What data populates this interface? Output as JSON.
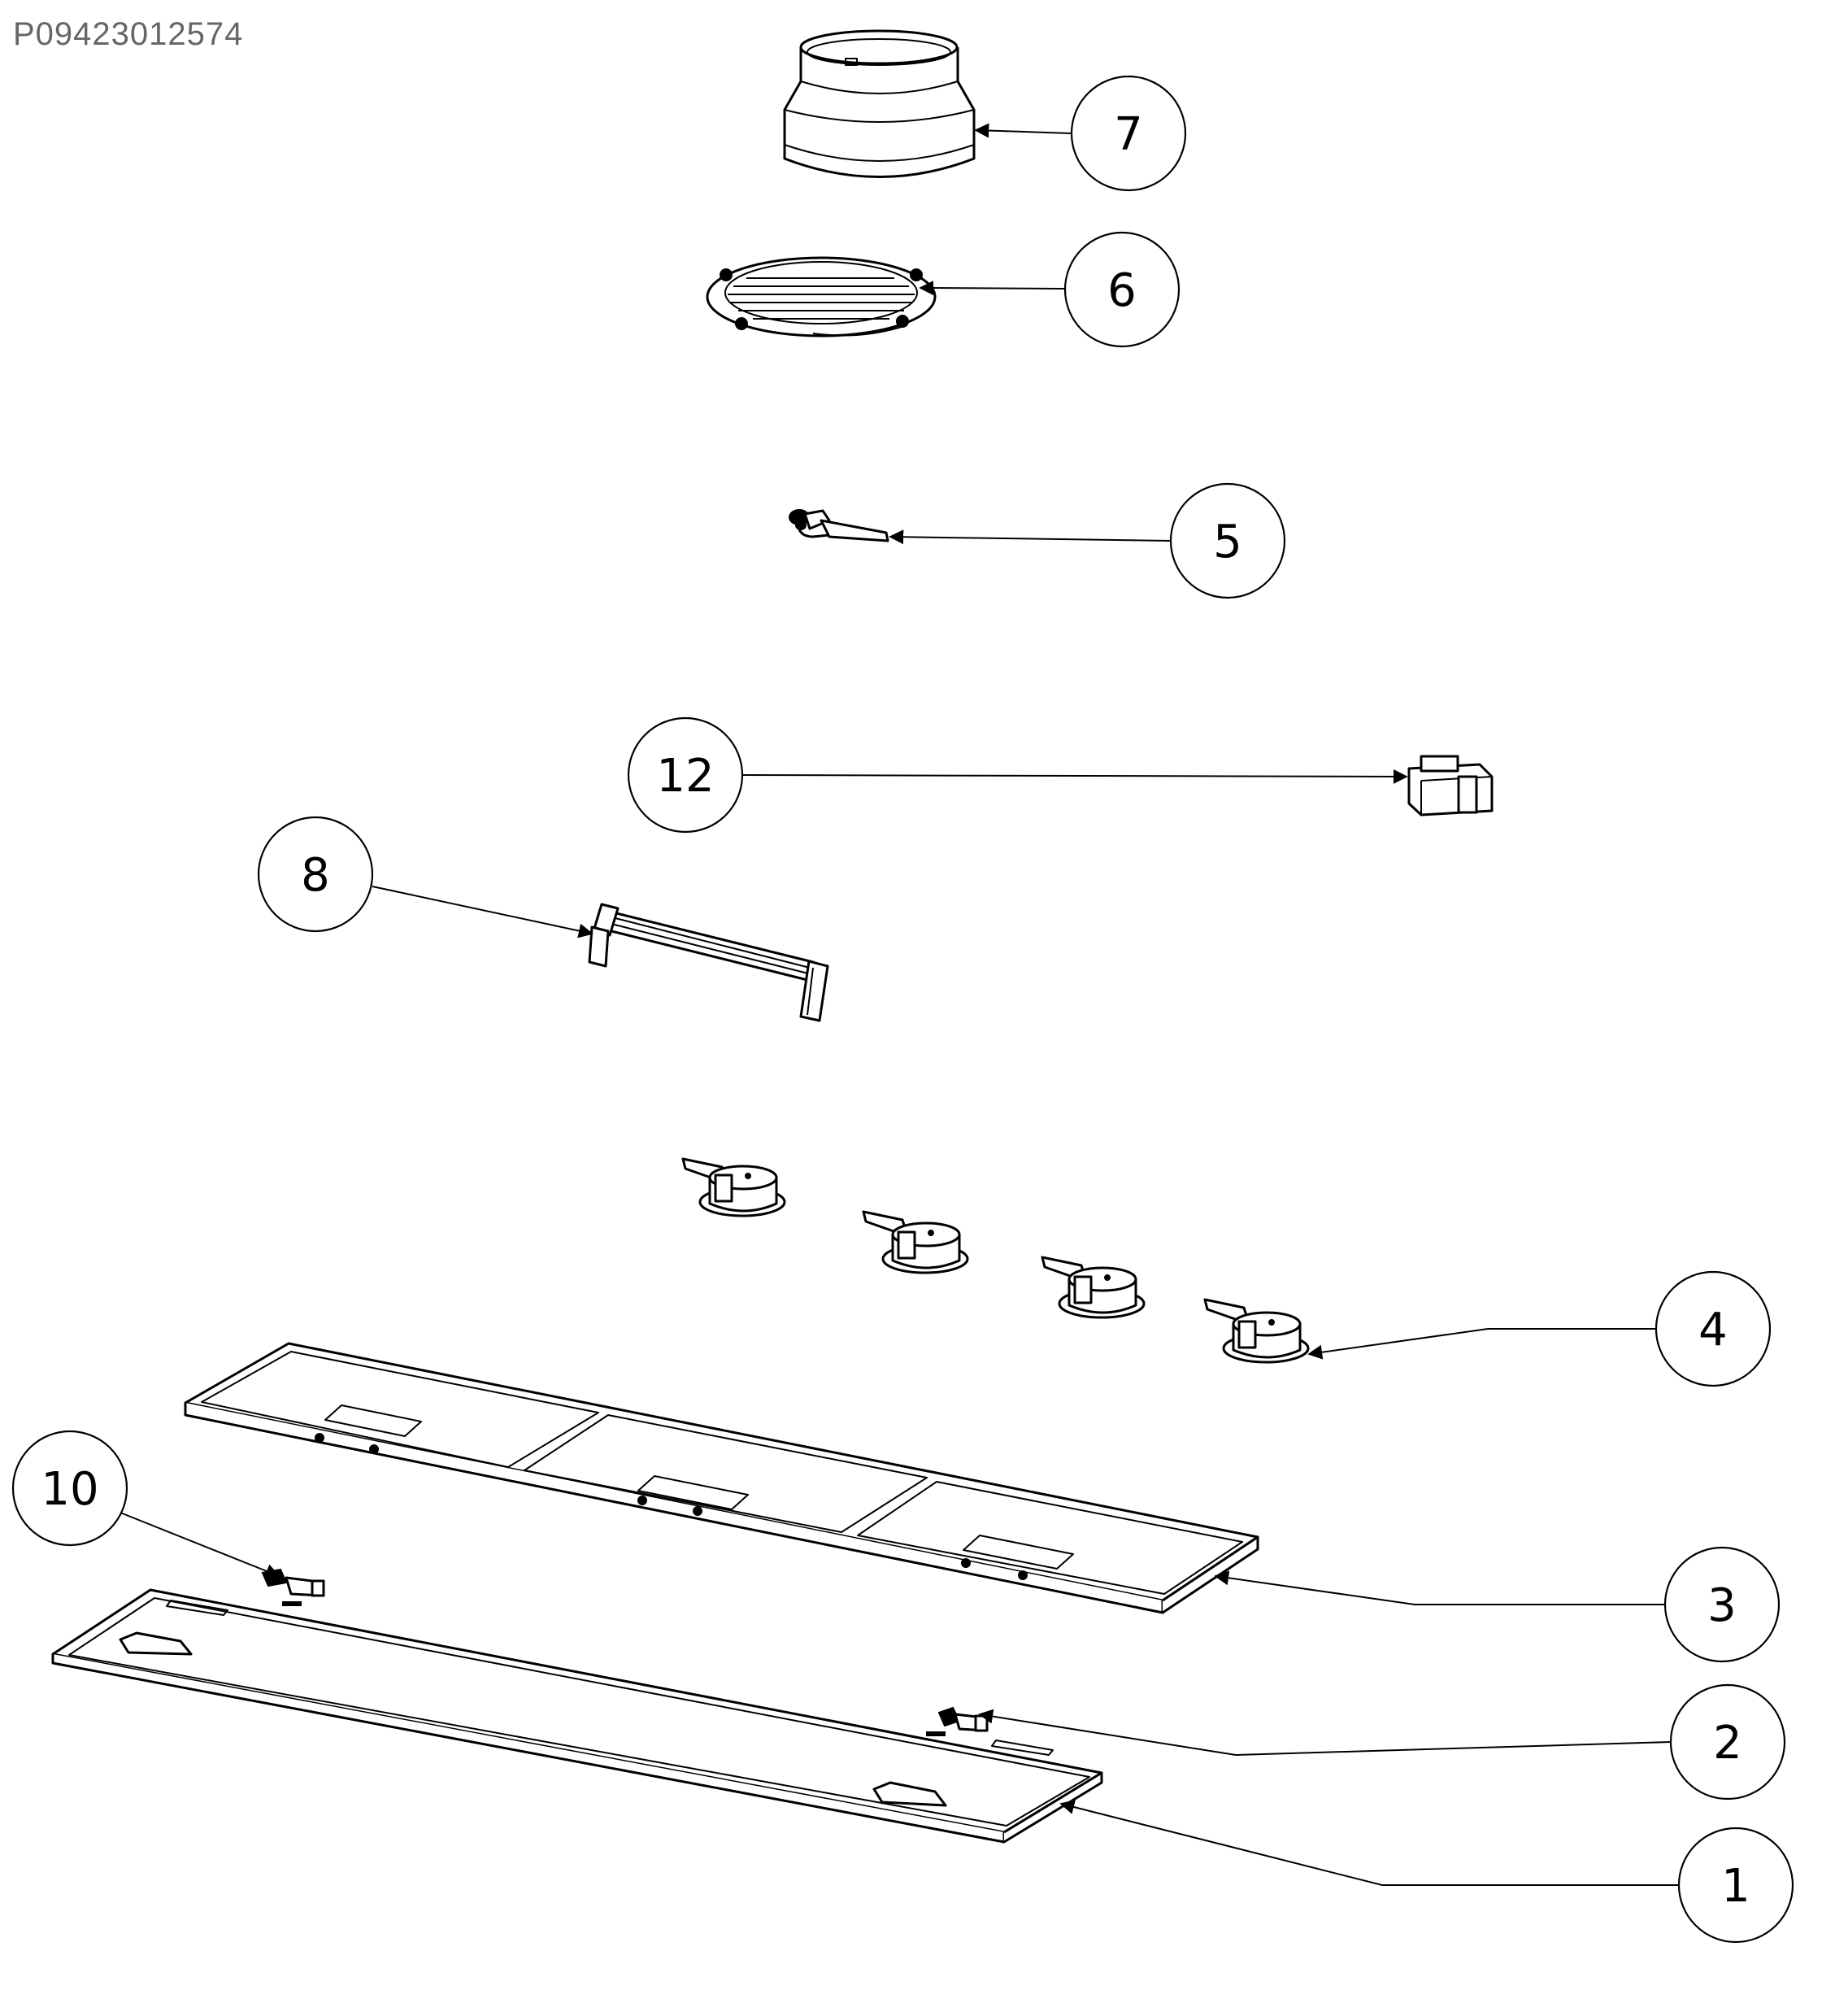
{
  "document": {
    "code": "P09423012574"
  },
  "callouts": [
    {
      "id": "7",
      "label": "7"
    },
    {
      "id": "6",
      "label": "6"
    },
    {
      "id": "5",
      "label": "5"
    },
    {
      "id": "12",
      "label": "12"
    },
    {
      "id": "8",
      "label": "8"
    },
    {
      "id": "4",
      "label": "4"
    },
    {
      "id": "10",
      "label": "10"
    },
    {
      "id": "3",
      "label": "3"
    },
    {
      "id": "2",
      "label": "2"
    },
    {
      "id": "1",
      "label": "1"
    }
  ],
  "colors": {
    "line": "#000000",
    "background": "#ffffff",
    "code_text": "#666666"
  }
}
